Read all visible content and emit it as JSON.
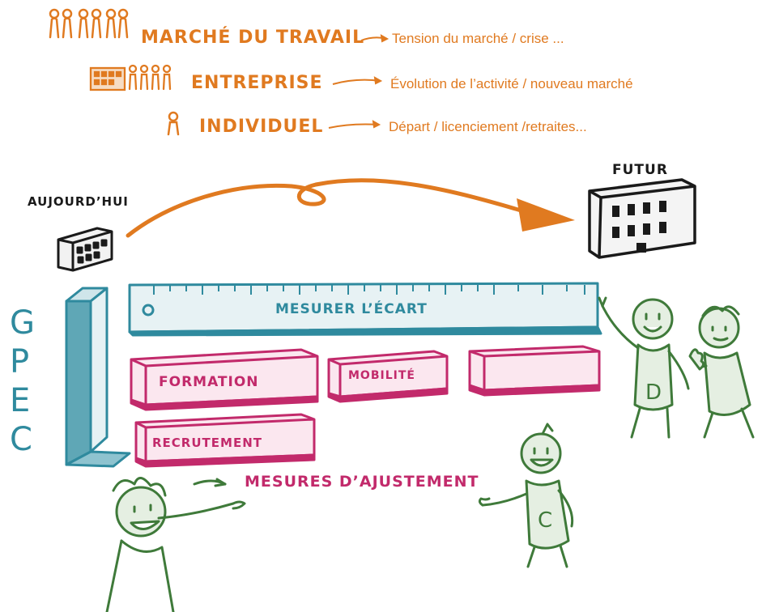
{
  "factors": [
    {
      "label": "MARCHÉ DU TRAVAIL",
      "desc": "Tension du marché / crise ..."
    },
    {
      "label": "ENTREPRISE",
      "desc": "Évolution de l’activité / nouveau marché"
    },
    {
      "label": "INDIVIDUEL",
      "desc": "Départ / licenciement /retraites..."
    }
  ],
  "today_label": "AUJOURD’HUI",
  "future_label": "FUTUR",
  "ruler_label": "MESURER L’ÉCART",
  "gpec_letters": [
    "G",
    "P",
    "E",
    "C"
  ],
  "measures": {
    "formation": "FORMATION",
    "mobilite": "MOBILITÉ",
    "recrutement": "RECRUTEMENT",
    "empty": ""
  },
  "measures_title": "MESURES D’AJUSTEMENT",
  "person_letters": {
    "d": "D",
    "c": "C"
  },
  "colors": {
    "orange": "#e07a20",
    "teal": "#2f8a9e",
    "pink": "#c22a6b",
    "green": "#3f7a3a"
  }
}
